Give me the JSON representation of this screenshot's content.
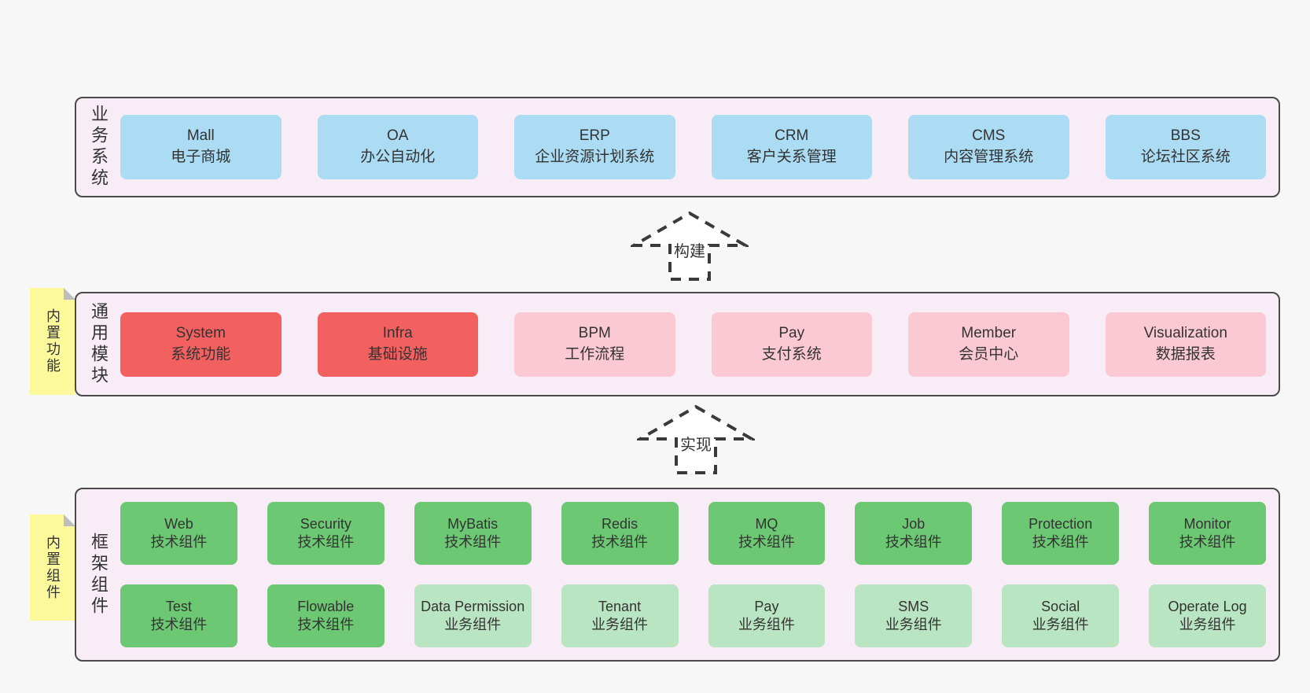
{
  "colors": {
    "page_bg": "#f7f7f7",
    "panel_bg": "#f8edf6",
    "panel_border": "#4a4a4a",
    "blue": "#abdcf4",
    "red": "#f26060",
    "pink": "#fbc9d4",
    "green": "#6dc873",
    "green_light": "#bae5c2",
    "tab_yellow": "#fbf99c",
    "text": "#333333",
    "arrow_stroke": "#3a3a3a"
  },
  "layers": [
    {
      "id": "business",
      "label": "业务系统",
      "items": [
        {
          "en": "Mall",
          "zh": "电子商城",
          "type": "blue"
        },
        {
          "en": "OA",
          "zh": "办公自动化",
          "type": "blue"
        },
        {
          "en": "ERP",
          "zh": "企业资源计划系统",
          "type": "blue"
        },
        {
          "en": "CRM",
          "zh": "客户关系管理",
          "type": "blue"
        },
        {
          "en": "CMS",
          "zh": "内容管理系统",
          "type": "blue"
        },
        {
          "en": "BBS",
          "zh": "论坛社区系统",
          "type": "blue"
        }
      ]
    },
    {
      "id": "common",
      "label": "通用模块",
      "tab": "内置功能",
      "items": [
        {
          "en": "System",
          "zh": "系统功能",
          "type": "red"
        },
        {
          "en": "Infra",
          "zh": "基础设施",
          "type": "red"
        },
        {
          "en": "BPM",
          "zh": "工作流程",
          "type": "pink"
        },
        {
          "en": "Pay",
          "zh": "支付系统",
          "type": "pink"
        },
        {
          "en": "Member",
          "zh": "会员中心",
          "type": "pink"
        },
        {
          "en": "Visualization",
          "zh": "数据报表",
          "type": "pink"
        }
      ]
    },
    {
      "id": "framework",
      "label": "框架组件",
      "tab": "内置组件",
      "rows": [
        [
          {
            "en": "Web",
            "zh": "技术组件",
            "type": "green"
          },
          {
            "en": "Security",
            "zh": "技术组件",
            "type": "green"
          },
          {
            "en": "MyBatis",
            "zh": "技术组件",
            "type": "green"
          },
          {
            "en": "Redis",
            "zh": "技术组件",
            "type": "green"
          },
          {
            "en": "MQ",
            "zh": "技术组件",
            "type": "green"
          },
          {
            "en": "Job",
            "zh": "技术组件",
            "type": "green"
          },
          {
            "en": "Protection",
            "zh": "技术组件",
            "type": "green"
          },
          {
            "en": "Monitor",
            "zh": "技术组件",
            "type": "green"
          }
        ],
        [
          {
            "en": "Test",
            "zh": "技术组件",
            "type": "green"
          },
          {
            "en": "Flowable",
            "zh": "技术组件",
            "type": "green"
          },
          {
            "en": "Data Permission",
            "zh": "业务组件",
            "type": "green_light"
          },
          {
            "en": "Tenant",
            "zh": "业务组件",
            "type": "green_light"
          },
          {
            "en": "Pay",
            "zh": "业务组件",
            "type": "green_light"
          },
          {
            "en": "SMS",
            "zh": "业务组件",
            "type": "green_light"
          },
          {
            "en": "Social",
            "zh": "业务组件",
            "type": "green_light"
          },
          {
            "en": "Operate Log",
            "zh": "业务组件",
            "type": "green_light"
          }
        ]
      ]
    }
  ],
  "arrows": [
    {
      "label": "构建"
    },
    {
      "label": "实现"
    }
  ]
}
